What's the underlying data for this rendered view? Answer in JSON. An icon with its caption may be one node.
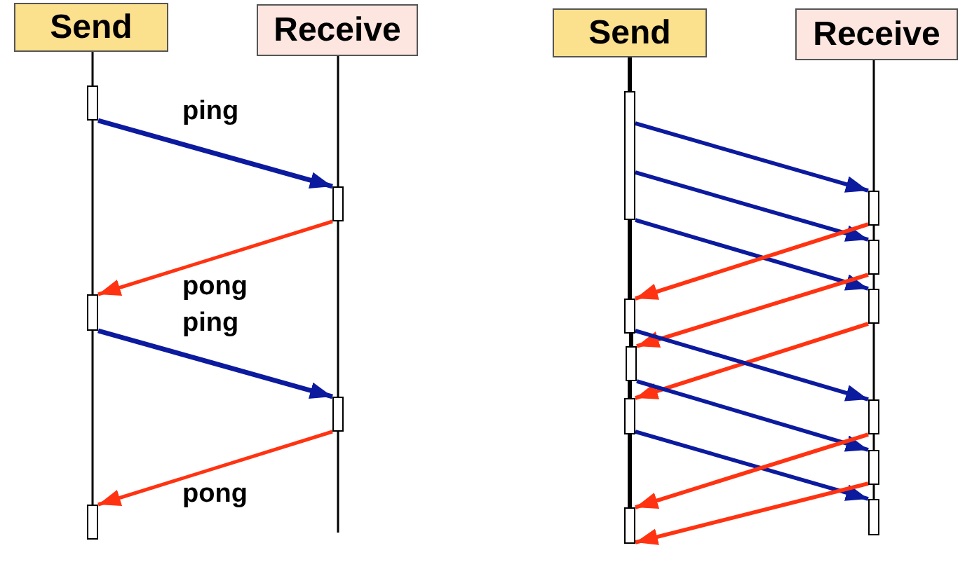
{
  "diagram": {
    "nodes": [
      {
        "text": [
          "Send"
        ]
      },
      {
        "text": [
          "Receive"
        ]
      },
      {
        "text": [
          "Send"
        ]
      },
      {
        "text": [
          "Receive"
        ]
      },
      {
        "text": [],
        "shape": "bar"
      },
      {
        "text": [],
        "shape": "bar"
      },
      {
        "text": [],
        "shape": "bar"
      },
      {
        "text": [],
        "shape": "bar"
      },
      {
        "text": [],
        "shape": "bar"
      },
      {
        "text": [],
        "shape": "bar"
      },
      {
        "text": [],
        "shape": "bar"
      },
      {
        "text": [],
        "shape": "bar"
      },
      {
        "text": [],
        "shape": "bar"
      },
      {
        "text": [],
        "shape": "bar"
      },
      {
        "text": [],
        "shape": "bar"
      },
      {
        "text": [],
        "shape": "bar"
      },
      {
        "text": [],
        "shape": "bar"
      },
      {
        "text": [],
        "shape": "bar"
      },
      {
        "text": [],
        "shape": "bar"
      },
      {
        "text": [],
        "shape": "bar"
      }
    ],
    "edges": [
      {
        "from": 4,
        "to": 5,
        "arrow": "to",
        "label": "ping",
        "color": "#0c1a9e"
      },
      {
        "from": 5,
        "to": 6,
        "arrow": "to",
        "label": "pong",
        "color": "#ff3311"
      },
      {
        "from": 6,
        "to": 7,
        "arrow": "to",
        "label": "ping",
        "color": "#0c1a9e"
      },
      {
        "from": 7,
        "to": 8,
        "arrow": "to",
        "label": "pong",
        "color": "#ff3311"
      },
      {
        "from": 9,
        "to": 10,
        "arrow": "to",
        "color": "#0c1a9e"
      },
      {
        "from": 9,
        "to": 11,
        "arrow": "to",
        "color": "#0c1a9e"
      },
      {
        "from": 9,
        "to": 12,
        "arrow": "to",
        "color": "#0c1a9e"
      },
      {
        "from": 10,
        "to": 13,
        "arrow": "to",
        "color": "#ff3311"
      },
      {
        "from": 11,
        "to": 14,
        "arrow": "to",
        "color": "#ff3311"
      },
      {
        "from": 12,
        "to": 15,
        "arrow": "to",
        "color": "#ff3311"
      },
      {
        "from": 13,
        "to": 16,
        "arrow": "to",
        "color": "#0c1a9e"
      },
      {
        "from": 14,
        "to": 17,
        "arrow": "to",
        "color": "#0c1a9e"
      },
      {
        "from": 15,
        "to": 19,
        "arrow": "to",
        "color": "#0c1a9e"
      },
      {
        "from": 16,
        "to": 18,
        "arrow": "to",
        "color": "#ff3311"
      },
      {
        "from": 17,
        "to": 18,
        "arrow": "to",
        "color": "#ff3311"
      },
      {
        "from": 0,
        "to": 4,
        "arrow": "none"
      },
      {
        "from": 4,
        "to": 6,
        "arrow": "none"
      },
      {
        "from": 6,
        "to": 8,
        "arrow": "none"
      },
      {
        "from": 1,
        "to": 5,
        "arrow": "none"
      },
      {
        "from": 5,
        "to": 7,
        "arrow": "none"
      },
      {
        "from": 7,
        "to": null,
        "arrow": "none"
      },
      {
        "from": 2,
        "to": 9,
        "arrow": "none"
      },
      {
        "from": 9,
        "to": 13,
        "arrow": "none"
      },
      {
        "from": 13,
        "to": 14,
        "arrow": "none"
      },
      {
        "from": 14,
        "to": 15,
        "arrow": "none"
      },
      {
        "from": 15,
        "to": 18,
        "arrow": "none"
      },
      {
        "from": 3,
        "to": 10,
        "arrow": "none"
      },
      {
        "from": 10,
        "to": 11,
        "arrow": "none"
      },
      {
        "from": 11,
        "to": 12,
        "arrow": "none"
      },
      {
        "from": 12,
        "to": 16,
        "arrow": "none"
      },
      {
        "from": 16,
        "to": 17,
        "arrow": "none"
      },
      {
        "from": 17,
        "to": 19,
        "arrow": "none"
      }
    ]
  }
}
